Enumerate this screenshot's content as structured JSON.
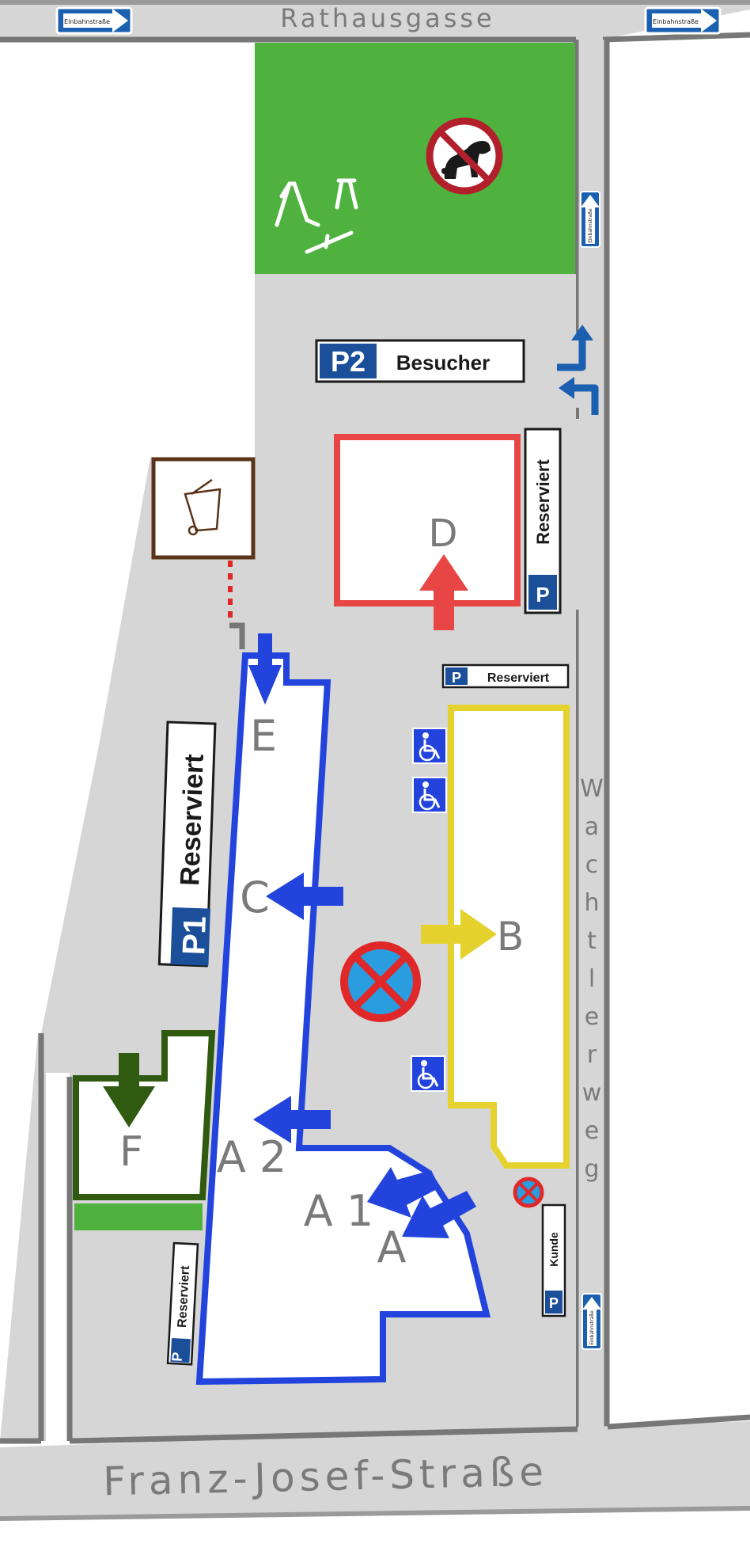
{
  "streets": {
    "north": "Rathausgasse",
    "south": "Franz-Josef-Straße",
    "east": [
      "W",
      "a",
      "c",
      "h",
      "t",
      "l",
      "e",
      "r",
      "w",
      "e",
      "g"
    ]
  },
  "oneway_label": "Einbahnstraße",
  "signs": {
    "p2": {
      "code": "P2",
      "label": "Besucher"
    },
    "p1": {
      "code": "P1",
      "label": "Reserviert"
    },
    "reserved_d": {
      "code": "P",
      "label": "Reserviert"
    },
    "reserved_b": {
      "code": "P",
      "label": "Reserviert"
    },
    "reserved_small": {
      "code": "P",
      "label": "Reserviert"
    },
    "customer": {
      "code": "P",
      "label": "Kunde"
    }
  },
  "buildings": {
    "a": "A",
    "a1": "A 1",
    "a2": "A 2",
    "b": "B",
    "c": "C",
    "d": "D",
    "e": "E",
    "f": "F"
  },
  "colors": {
    "road": "#d6d6d6",
    "curb": "#777777",
    "grass": "#4fb23f",
    "blue": "#2244dd",
    "red": "#e84545",
    "yellow": "#e6d22e",
    "darkgreen": "#2f5a10",
    "signblue": "#1b4f99",
    "label": "#7a7a7a"
  }
}
